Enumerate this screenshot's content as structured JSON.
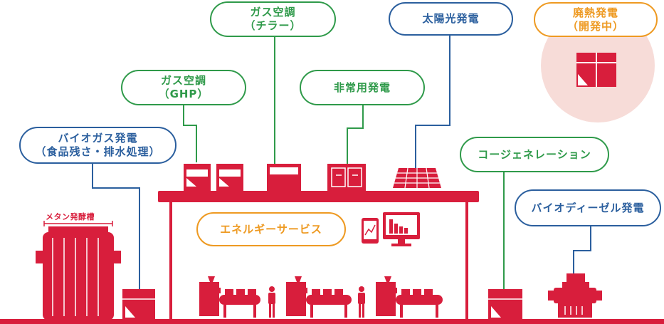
{
  "labels": {
    "gas_chiller": [
      "ガス空調",
      "（チラー）"
    ],
    "solar": [
      "太陽光発電"
    ],
    "waste_heat": [
      "廃熱発電",
      "（開発中）"
    ],
    "gas_ghp": [
      "ガス空調",
      "（GHP）"
    ],
    "emergency": [
      "非常用発電"
    ],
    "biogas": [
      "バイオガス発電",
      "（食品残さ・排水処理）"
    ],
    "cogeneration": [
      "コージェネレーション"
    ],
    "energy_service": [
      "エネルギーサービス"
    ],
    "biodiesel": [
      "バイオディーゼル発電"
    ],
    "methane_tank": "メタン発酵槽"
  },
  "colors": {
    "red": "#d81e3c",
    "green": "#2f9a4a",
    "blue": "#2b5f9e",
    "orange": "#ee9a22",
    "pink_circle": "#f7dcd8"
  }
}
